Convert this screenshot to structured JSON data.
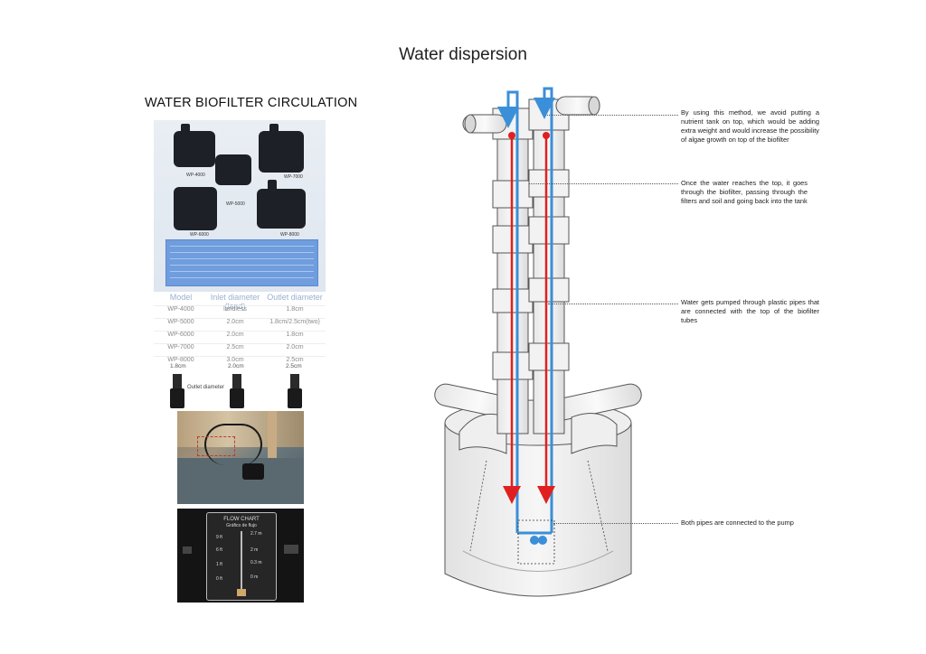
{
  "page_title": "Water dispersion",
  "left_title": "WATER BIOFILTER CIRCULATION",
  "product_labels": [
    "WP-4000",
    "WP-5000",
    "WP-6000",
    "WP-7000",
    "WP-8000"
  ],
  "diameter_table": {
    "headers": [
      "Model",
      "Inlet diameter (land)",
      "Outlet diameter"
    ],
    "rows": [
      [
        "WP-4000",
        "landless",
        "1.8cm"
      ],
      [
        "WP-5000",
        "2.0cm",
        "1.8cm/2.5cm(two)"
      ],
      [
        "WP-6000",
        "2.0cm",
        "1.8cm"
      ],
      [
        "WP-7000",
        "2.5cm",
        "2.0cm"
      ],
      [
        "WP-8000",
        "3.0cm",
        "2.5cm"
      ]
    ]
  },
  "fittings": {
    "sizes": [
      "1.8cm",
      "2.0cm",
      "2.5cm"
    ],
    "outlet_label": "Outlet diameter"
  },
  "flow_chart": {
    "title": "FLOW CHART",
    "subtitle": "Gráfico de flujo",
    "rows": [
      [
        "9 ft",
        "2.7 m"
      ],
      [
        "6 ft",
        "2 m"
      ],
      [
        "1 ft",
        "0.3 m"
      ],
      [
        "0 ft",
        "0 m"
      ]
    ]
  },
  "annotations": [
    "By using this method, we avoid putting a nutrient tank on top, which would be adding extra weight and would increase the possibility of algae growth on top of the biofilter",
    "Once the water reaches the top, it goes through the biofilter, passing through the filters and soil and going back into the tank",
    "Water gets pumped through plastic pipes that are connected with the top of the biofilter tubes",
    "Both pipes are connected to the pump"
  ],
  "colors": {
    "flow_down": "#e02020",
    "flow_up": "#3a8fd8",
    "structure": "#e9e9e9",
    "outline": "#555555"
  }
}
